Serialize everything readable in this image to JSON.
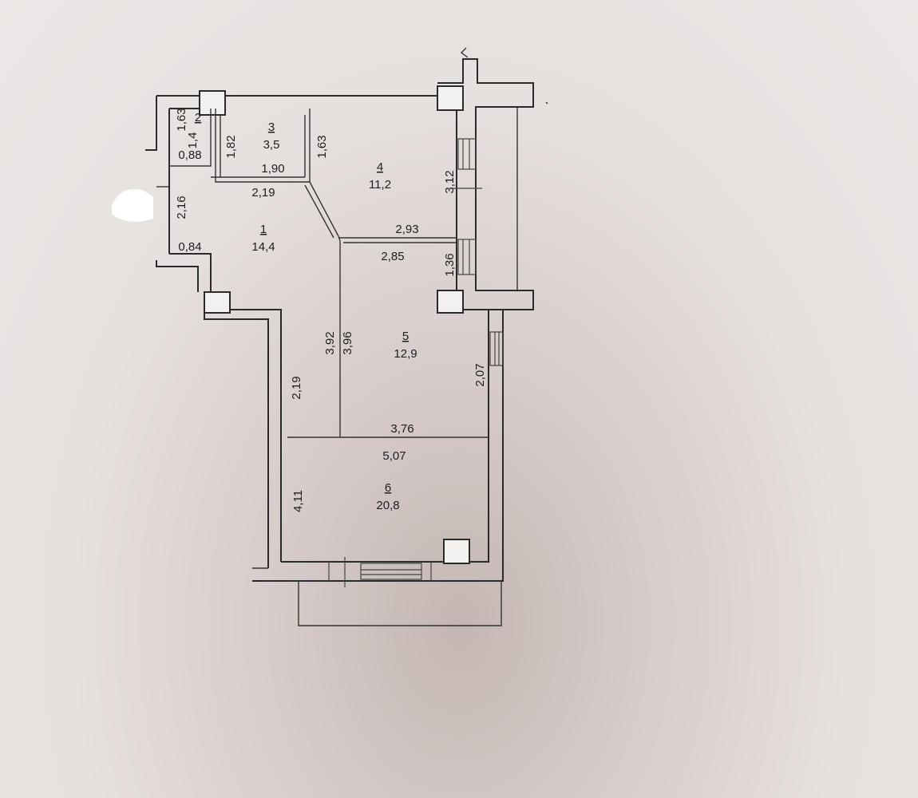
{
  "rooms": [
    {
      "id": "1",
      "area": "14,4"
    },
    {
      "id": "2",
      "area": "1,4"
    },
    {
      "id": "3",
      "area": "3,5"
    },
    {
      "id": "4",
      "area": "11,2"
    },
    {
      "id": "5",
      "area": "12,9"
    },
    {
      "id": "6",
      "area": "20,8"
    }
  ],
  "dims": {
    "d_1_63_a": "1,63",
    "d_0_88": "0,88",
    "d_1_82": "1,82",
    "d_1_90": "1,90",
    "d_1_63_b": "1,63",
    "d_2_19_a": "2,19",
    "d_2_16": "2,16",
    "d_0_84": "0,84",
    "d_3_12": "3,12",
    "d_2_93": "2,93",
    "d_2_85": "2,85",
    "d_1_36": "1,36",
    "d_3_92": "3,92",
    "d_3_96": "3,96",
    "d_2_19_b": "2,19",
    "d_2_07": "2,07",
    "d_3_76": "3,76",
    "d_5_07": "5,07",
    "d_4_11": "4,11"
  }
}
